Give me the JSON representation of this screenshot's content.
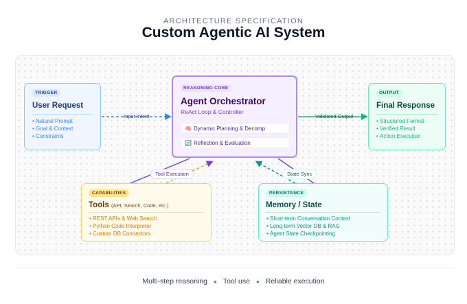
{
  "header": {
    "eyebrow": "ARCHITECTURE SPECIFICATION",
    "title": "Custom Agentic AI System"
  },
  "nodes": {
    "trigger": {
      "tag": "TRIGGER",
      "title": "User Request",
      "items": [
        "Natural Prompt",
        "Goal & Context",
        "Constraints"
      ]
    },
    "core": {
      "tag": "REASONING CORE",
      "title": "Agent Orchestrator",
      "subtitle": "ReAct Loop & Controller",
      "pills": [
        {
          "icon": "brain-icon",
          "glyph": "🧠",
          "label": "Dynamic Planning & Decomp"
        },
        {
          "icon": "cycle-icon",
          "glyph": "🔄",
          "label": "Reflection & Evaluation"
        }
      ]
    },
    "output": {
      "tag": "OUTPUT",
      "title": "Final Response",
      "items": [
        "Structured Format",
        "Verified Result",
        "Action Execution"
      ]
    },
    "tools": {
      "tag": "CAPABILITIES",
      "title": "Tools",
      "title_detail": "(API, Search, Code, etc.)",
      "items": [
        "REST APIs & Web Search",
        "Python Code Interpreter",
        "Custom DB Connectors"
      ]
    },
    "memory": {
      "tag": "PERSISTENCE",
      "title": "Memory / State",
      "items": [
        "Short-term Conversation Context",
        "Long-term Vector DB & RAG",
        "Agent State Checkpointing"
      ]
    }
  },
  "edges": {
    "input": "Input Intent",
    "validated": "Validated Output",
    "tool_execution": "Tool Execution",
    "state_sync": "State Sync"
  },
  "colors": {
    "trigger": "#3b82f6",
    "core": "#8b5cf6",
    "output": "#10b981",
    "tools": "#f59e0b",
    "memory": "#14b8a6"
  },
  "footer": {
    "items": [
      "Multi-step reasoning",
      "Tool use",
      "Reliable execution"
    ]
  }
}
